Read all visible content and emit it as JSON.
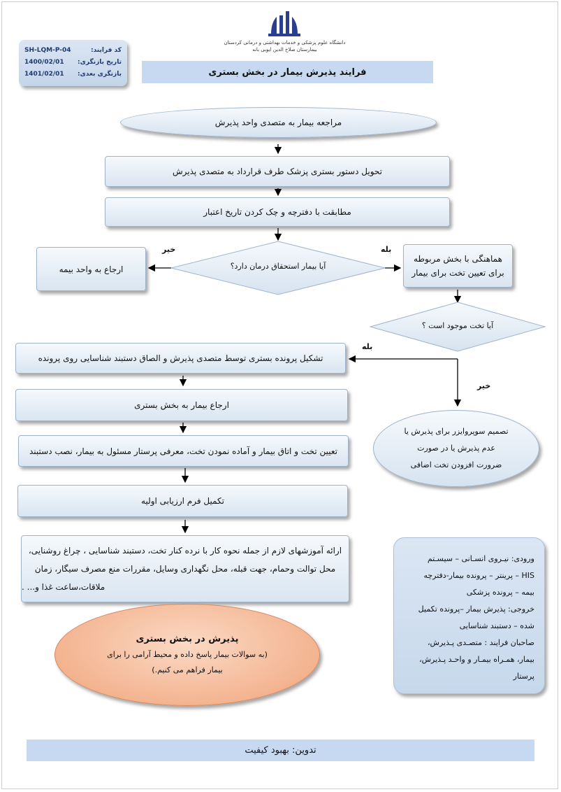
{
  "header": {
    "university_line1": "دانشگاه علوم پزشکی و خدمات بهداشتی و درمانی کردستان",
    "university_line2": "بیمارستان صلاح الدین ایوبی بانه",
    "title": "فرایند پذیرش بیمار در بخش بستری"
  },
  "code_box": {
    "code_label": "کد فرایند:",
    "code_value": "SH-LQM-P-04",
    "review_label": "تاریخ بازنگری:",
    "review_value": "1400/02/01",
    "next_label": "بازنگری بعدی:",
    "next_value": "1401/02/01"
  },
  "flow": {
    "start": "مراجعه بیمار به متصدی واحد پذیرش",
    "step1": "تحویل دستور بستری پزشک طرف قرارداد به متصدی پذیرش",
    "step2": "مطابقت با دفترچه و چک کردن تاریخ اعتبار",
    "decision1": "آیا بیمار استحقاق درمان دارد؟",
    "no_label_1": "خیر",
    "yes_label_1": "بله",
    "return_insurance": "ارجاع به واحد بیمه",
    "coordinate_line1": "هماهنگی با بخش مربوطه",
    "coordinate_line2": "برای تعیین تخت برای بیمار",
    "decision2": "آیا تخت موجود است ؟",
    "yes_label_2": "بله",
    "no_label_2": "خیر",
    "supervisor_line1": "تصمیم سوپروایزر برای پذیرش یا",
    "supervisor_line2": "عدم پذیرش  یا در صورت",
    "supervisor_line3": "ضرورت افزودن تخت اضافی",
    "step3": "تشکیل پرونده بستری توسط متصدی پذیرش و الصاق دستبند شناسایی روی پرونده",
    "step4": "ارجاع بیمار به بخش بستری",
    "step5": "تعیین تخت و اتاق بیمار و آماده نمودن تخت، معرفی پرستار مسئول به بیمار، نصب دستبند",
    "step6": "تکمیل فرم ارزیابی اولیه",
    "step7_line1": "ارائه آموزشهای لازم از جمله نحوه کار با نرده کنار تخت، دستبند شناسایی ، چراغ روشنایی،",
    "step7_line2": "محل توالت وحمام، جهت قبله، محل نگهداری وسایل، مقررات منع مصرف سیگار، زمان",
    "step7_line3": "ملاقات،ساعت غذا و... .",
    "end_title": "پذیرش در بخش بستری",
    "end_line1": "(به سوالات بیمار پاسخ داده و محیط آرامی را برای",
    "end_line2": "بیمار فراهم می کنیم.)"
  },
  "io_box": {
    "line1": "ورودی:  نیـروی انسـانی – سیسـتم",
    "line2": "HIS – پرینتر – پرونده بیمار-دفترچه",
    "line3": "بیمه – پرونده پزشکی",
    "line4": "خروجی: پذیرش بیمار –پرونده تکمیل",
    "line5": "شده – دستبند شناسایی",
    "line6": "صاحبان فرایند : متصـدی پـذیرش،",
    "line7": "بیمار، همـراه بیمـار و واحـد پـذیرش،",
    "line8": "پرستار"
  },
  "footer": "تدوین: بهبود کیفیت",
  "colors": {
    "box_fill": "#d9e5f1",
    "title_bar": "#c6d9f0",
    "final_fill": "#f0a47a"
  }
}
